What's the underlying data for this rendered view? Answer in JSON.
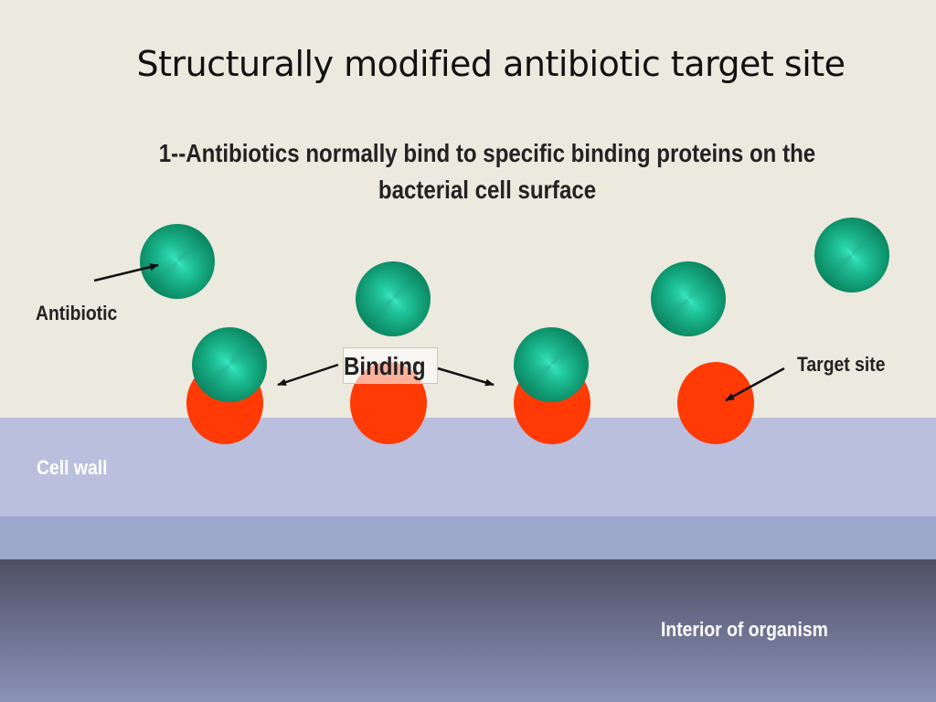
{
  "slide": {
    "title": "Structurally modified antibiotic target site",
    "subtitle_line1": "1--Antibiotics normally bind to specific binding proteins on the",
    "subtitle_line2": "bacterial cell surface"
  },
  "labels": {
    "antibiotic": "Antibiotic",
    "target_site": "Target site",
    "binding": "Binding",
    "cell_wall": "Cell wall",
    "interior": "Interior of organism"
  },
  "colors": {
    "background": "#ece9df",
    "antibiotic": "#1fc49a",
    "target_site": "#ff3a05",
    "cell_wall": "#b9bfdd",
    "interior": "#6d7190"
  }
}
